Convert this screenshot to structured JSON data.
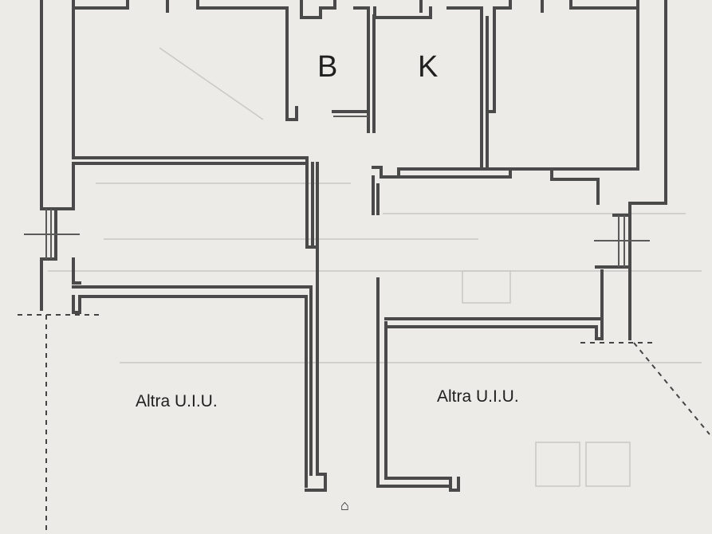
{
  "plan": {
    "rooms": {
      "bath": {
        "label": "B"
      },
      "kitchen": {
        "label": "K"
      },
      "other_left": {
        "label": "Altra U.I.U."
      },
      "other_right": {
        "label": "Altra U.I.U."
      }
    },
    "entrance_symbol": "⌂"
  }
}
